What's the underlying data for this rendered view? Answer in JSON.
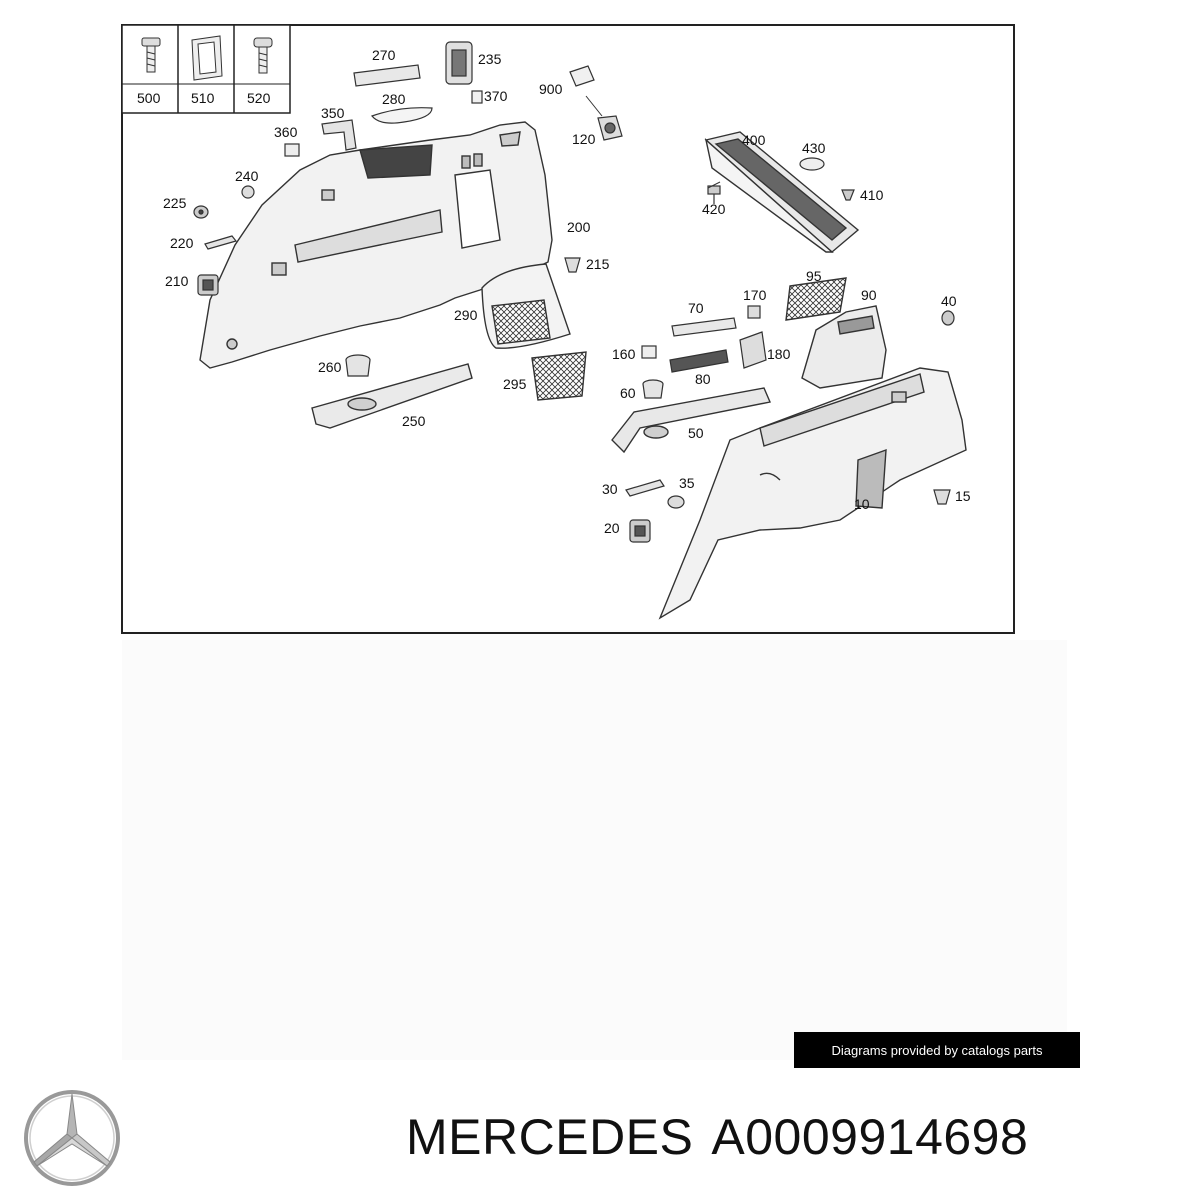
{
  "diagram": {
    "fastener_box": [
      {
        "id": "500",
        "icon": "screw-icon"
      },
      {
        "id": "510",
        "icon": "clip-icon"
      },
      {
        "id": "520",
        "icon": "screw-icon"
      }
    ],
    "callouts": [
      {
        "id": "270"
      },
      {
        "id": "235"
      },
      {
        "id": "900"
      },
      {
        "id": "370"
      },
      {
        "id": "280"
      },
      {
        "id": "350"
      },
      {
        "id": "360"
      },
      {
        "id": "120"
      },
      {
        "id": "240"
      },
      {
        "id": "225"
      },
      {
        "id": "220"
      },
      {
        "id": "210"
      },
      {
        "id": "200"
      },
      {
        "id": "215"
      },
      {
        "id": "290"
      },
      {
        "id": "260"
      },
      {
        "id": "295"
      },
      {
        "id": "250"
      },
      {
        "id": "400"
      },
      {
        "id": "430"
      },
      {
        "id": "410"
      },
      {
        "id": "420"
      },
      {
        "id": "95"
      },
      {
        "id": "90"
      },
      {
        "id": "40"
      },
      {
        "id": "70"
      },
      {
        "id": "170"
      },
      {
        "id": "160"
      },
      {
        "id": "180"
      },
      {
        "id": "80"
      },
      {
        "id": "60"
      },
      {
        "id": "50"
      },
      {
        "id": "30"
      },
      {
        "id": "35"
      },
      {
        "id": "15"
      },
      {
        "id": "10"
      },
      {
        "id": "20"
      }
    ]
  },
  "attribution": "Diagrams provided by catalogs parts",
  "brand": {
    "name": "MERCEDES",
    "part_number": "A0009914698",
    "logo_icon": "mercedes-star-icon"
  }
}
